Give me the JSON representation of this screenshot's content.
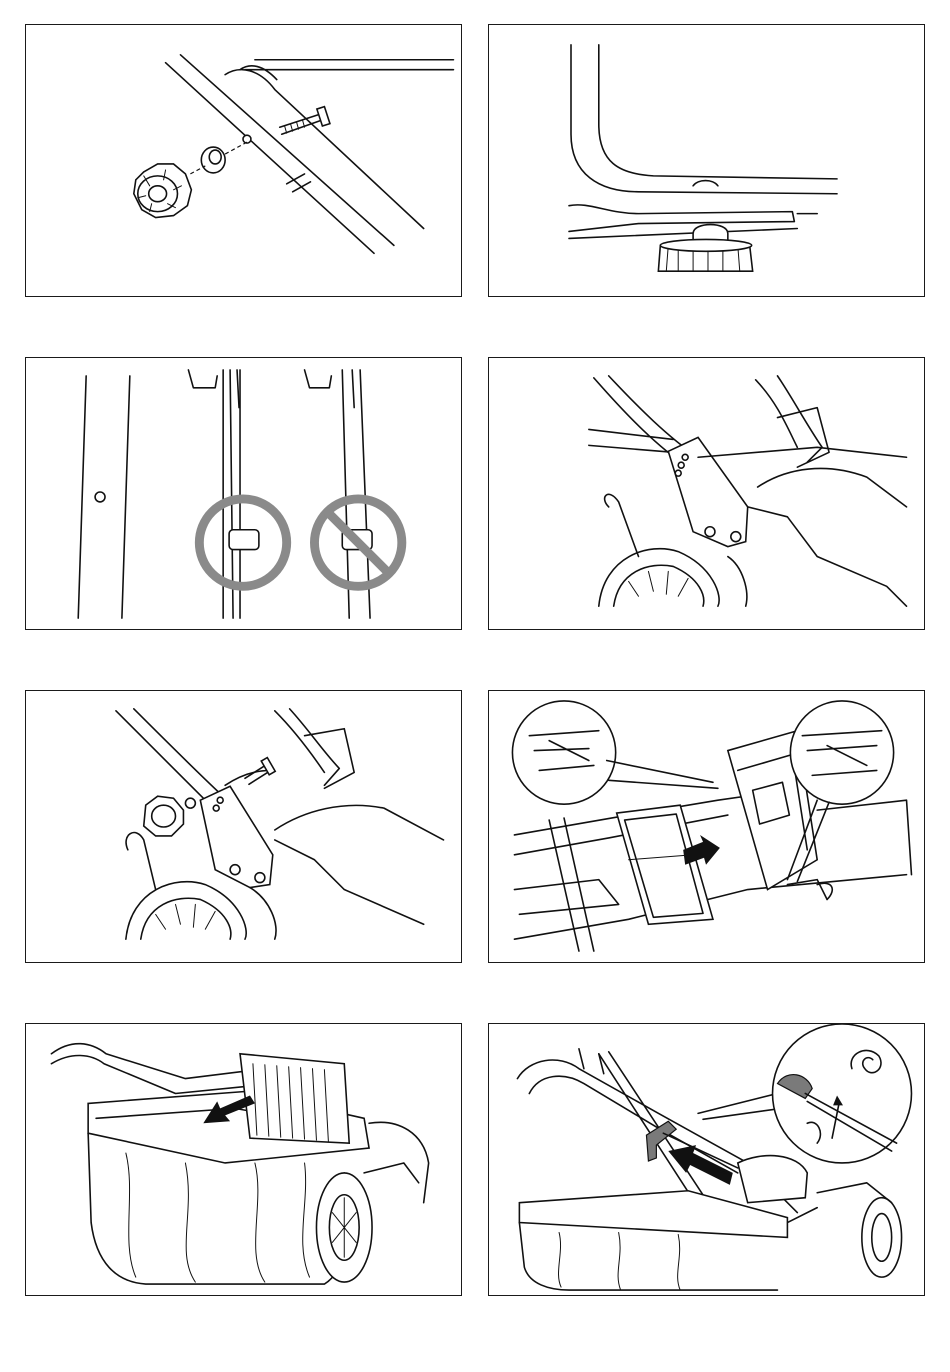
{
  "figures": [
    {
      "id": "fig-1",
      "subject": "knob-bolt-handle-exploded"
    },
    {
      "id": "fig-2",
      "subject": "handle-knob-assembled"
    },
    {
      "id": "fig-3",
      "subject": "cable-clip-correct-vs-incorrect"
    },
    {
      "id": "fig-4",
      "subject": "handle-bracket-height-holes"
    },
    {
      "id": "fig-5",
      "subject": "handle-bracket-bolt-knob-install"
    },
    {
      "id": "fig-6",
      "subject": "grass-box-frame-insert"
    },
    {
      "id": "fig-7",
      "subject": "grass-box-attach-to-mower"
    },
    {
      "id": "fig-8",
      "subject": "starter-handle-pull"
    }
  ],
  "colors": {
    "line": "#111111",
    "prohibit_grey": "#8a8a8a",
    "background": "#ffffff"
  }
}
